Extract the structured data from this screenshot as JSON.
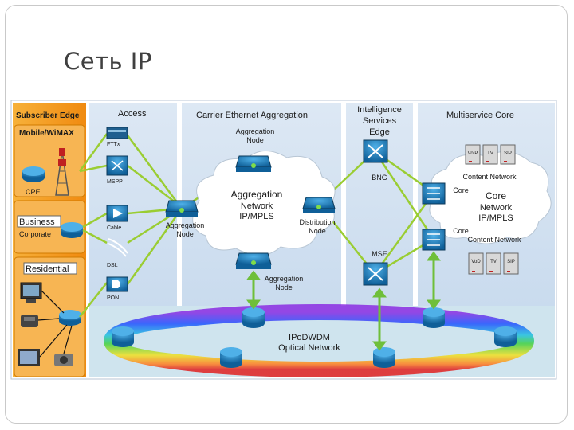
{
  "slide": {
    "title": "Сеть IP"
  },
  "sections": {
    "subscriber_edge": "Subscriber Edge",
    "access": "Access",
    "aggregation": "Carrier Ethernet Aggregation",
    "intelligence_1": "Intelligence",
    "intelligence_2": "Services",
    "intelligence_3": "Edge",
    "core": "Multiservice Core"
  },
  "subscriber": {
    "mobile": "Mobile/WiMAX",
    "cpe": "CPE",
    "business": "Business",
    "corporate": "Corporate",
    "residential": "Residential"
  },
  "access_nodes": {
    "fttx": "FTTx",
    "mspp": "MSPP",
    "cable": "Cable",
    "dsl": "DSL",
    "pon": "PON"
  },
  "aggregation_nodes": {
    "top_1": "Aggregation",
    "top_2": "Node",
    "left_1": "Aggregation",
    "left_2": "Node",
    "dist_1": "Distribution",
    "dist_2": "Node",
    "bottom_1": "Aggregation",
    "bottom_2": "Node",
    "cloud_1": "Aggregation",
    "cloud_2": "Network",
    "cloud_3": "IP/MPLS"
  },
  "edge_nodes": {
    "bng": "BNG",
    "mse": "MSE"
  },
  "core_nodes": {
    "content_network_top": "Content Network",
    "content_network_bottom": "Content Network",
    "core_top": "Core",
    "core_bottom": "Core",
    "cloud_1": "Core",
    "cloud_2": "Network",
    "cloud_3": "IP/MPLS",
    "voip_top": "VoIP",
    "tv_top": "TV",
    "sip_top": "SIP",
    "voip_bottom": "VoD",
    "tv_bottom": "TV",
    "sip_bottom": "SIP"
  },
  "optical": {
    "line_1": "IPoDWDM",
    "line_2": "Optical Network"
  },
  "colors": {
    "panel_blue": "#d9e6f3",
    "orange": "#f6a020",
    "router_blue": "#1f7fbf",
    "link_green": "#9acd32"
  }
}
